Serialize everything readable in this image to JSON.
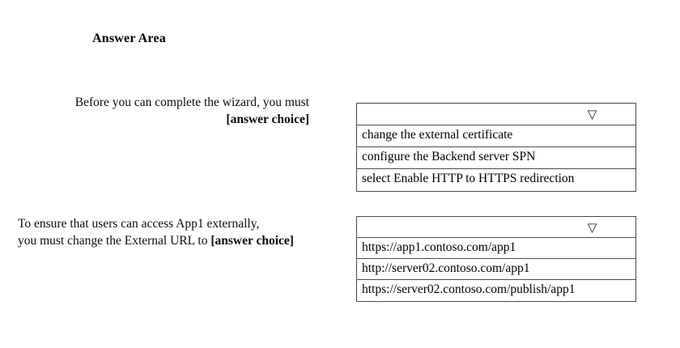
{
  "page": {
    "title": "Answer Area",
    "background_color": "#ffffff",
    "text_color": "#000000",
    "border_color": "#4a4a4a"
  },
  "questions": [
    {
      "prompt_lines": [
        {
          "text": "Before you can complete the wizard, you must",
          "bold": false
        },
        {
          "text": "[answer choice]",
          "bold": true
        }
      ],
      "align": "right",
      "dropdown": {
        "selected_value": "",
        "arrow_icon": "▽",
        "options": [
          "change the external certificate",
          "configure the Backend server SPN",
          "select Enable HTTP to HTTPS redirection"
        ]
      }
    },
    {
      "prompt_lines": [
        {
          "text": "To ensure that users can access App1 externally,",
          "bold": false
        },
        {
          "text": "you must change the External URL to [answer choice]",
          "bold": false,
          "bold_tail": "[answer choice]"
        }
      ],
      "align": "left",
      "dropdown": {
        "selected_value": "",
        "arrow_icon": "▽",
        "options": [
          "https://app1.contoso.com/app1",
          "http://server02.contoso.com/app1",
          "https://server02.contoso.com/publish/app1"
        ]
      }
    }
  ]
}
